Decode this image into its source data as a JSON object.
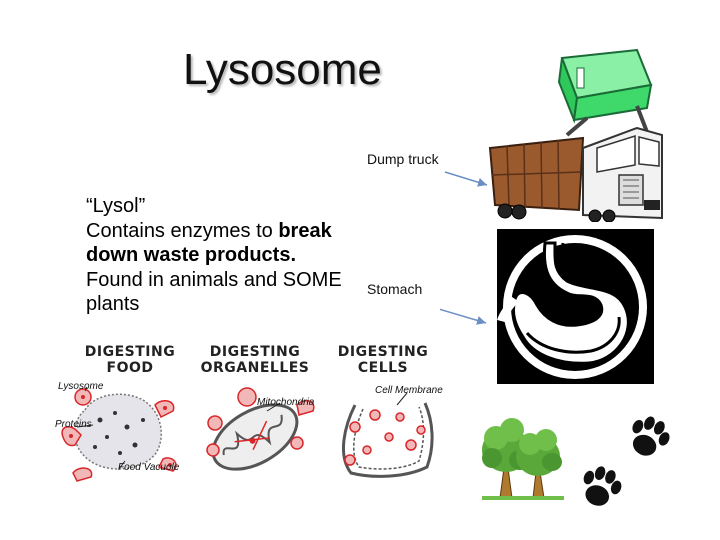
{
  "slide": {
    "title": "Lysosome",
    "captions": {
      "dump_truck": "Dump truck",
      "stomach": "Stomach"
    },
    "body": {
      "line1": "“Lysol”",
      "line2": "Contains enzymes to ",
      "line2_bold": "break",
      "line3_bold": "down waste products.",
      "line4": "Found in animals and SOME",
      "line5": "plants"
    },
    "diagram": {
      "panels": [
        {
          "label_line1": "DIGESTING",
          "label_line2": "FOOD"
        },
        {
          "label_line1": "DIGESTING",
          "label_line2": "ORGANELLES"
        },
        {
          "label_line1": "DIGESTING",
          "label_line2": "CELLS"
        }
      ],
      "labels": {
        "lysosome": "Lysosome",
        "proteins": "Proteins",
        "food_vacuole": "Food Vacuole",
        "mitochondria": "Mitochondria",
        "cell_membrane": "Cell Membrane"
      }
    },
    "colors": {
      "arrow": "#6b8fc4",
      "lysosome": "#d9262a",
      "truck_bin": "#3fd86a",
      "tree": "#5aa83a"
    }
  }
}
